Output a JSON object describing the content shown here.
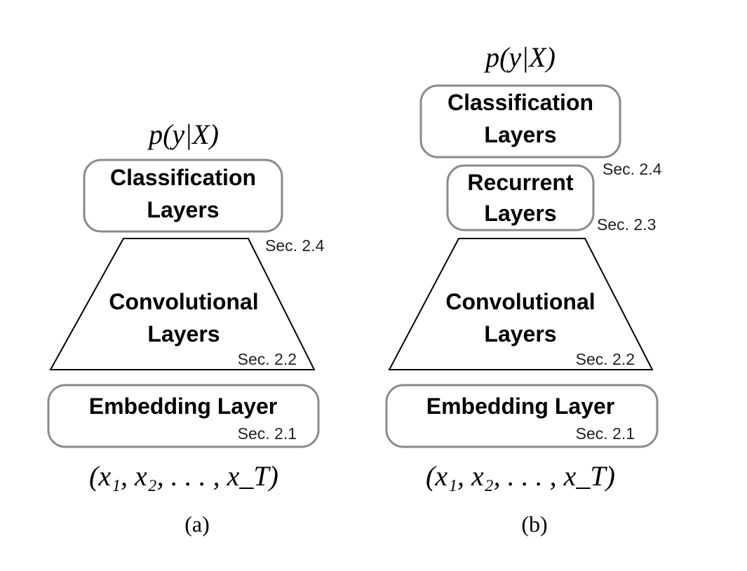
{
  "panel_a": {
    "output": "p(y|X)",
    "classification": {
      "line1": "Classification",
      "line2": "Layers",
      "sec": "Sec. 2.4"
    },
    "convolutional": {
      "line1": "Convolutional",
      "line2": "Layers",
      "sec": "Sec. 2.2"
    },
    "embedding": {
      "label": "Embedding Layer",
      "sec": "Sec. 2.1"
    },
    "input": "(x₁, x₂, . . . , x_T)",
    "caption": "(a)"
  },
  "panel_b": {
    "output": "p(y|X)",
    "classification": {
      "line1": "Classification",
      "line2": "Layers",
      "sec": "Sec. 2.4"
    },
    "recurrent": {
      "line1": "Recurrent",
      "line2": "Layers",
      "sec": "Sec. 2.3"
    },
    "convolutional": {
      "line1": "Convolutional",
      "line2": "Layers",
      "sec": "Sec. 2.2"
    },
    "embedding": {
      "label": "Embedding Layer",
      "sec": "Sec. 2.1"
    },
    "input": "(x₁, x₂, . . . , x_T)",
    "caption": "(b)"
  }
}
